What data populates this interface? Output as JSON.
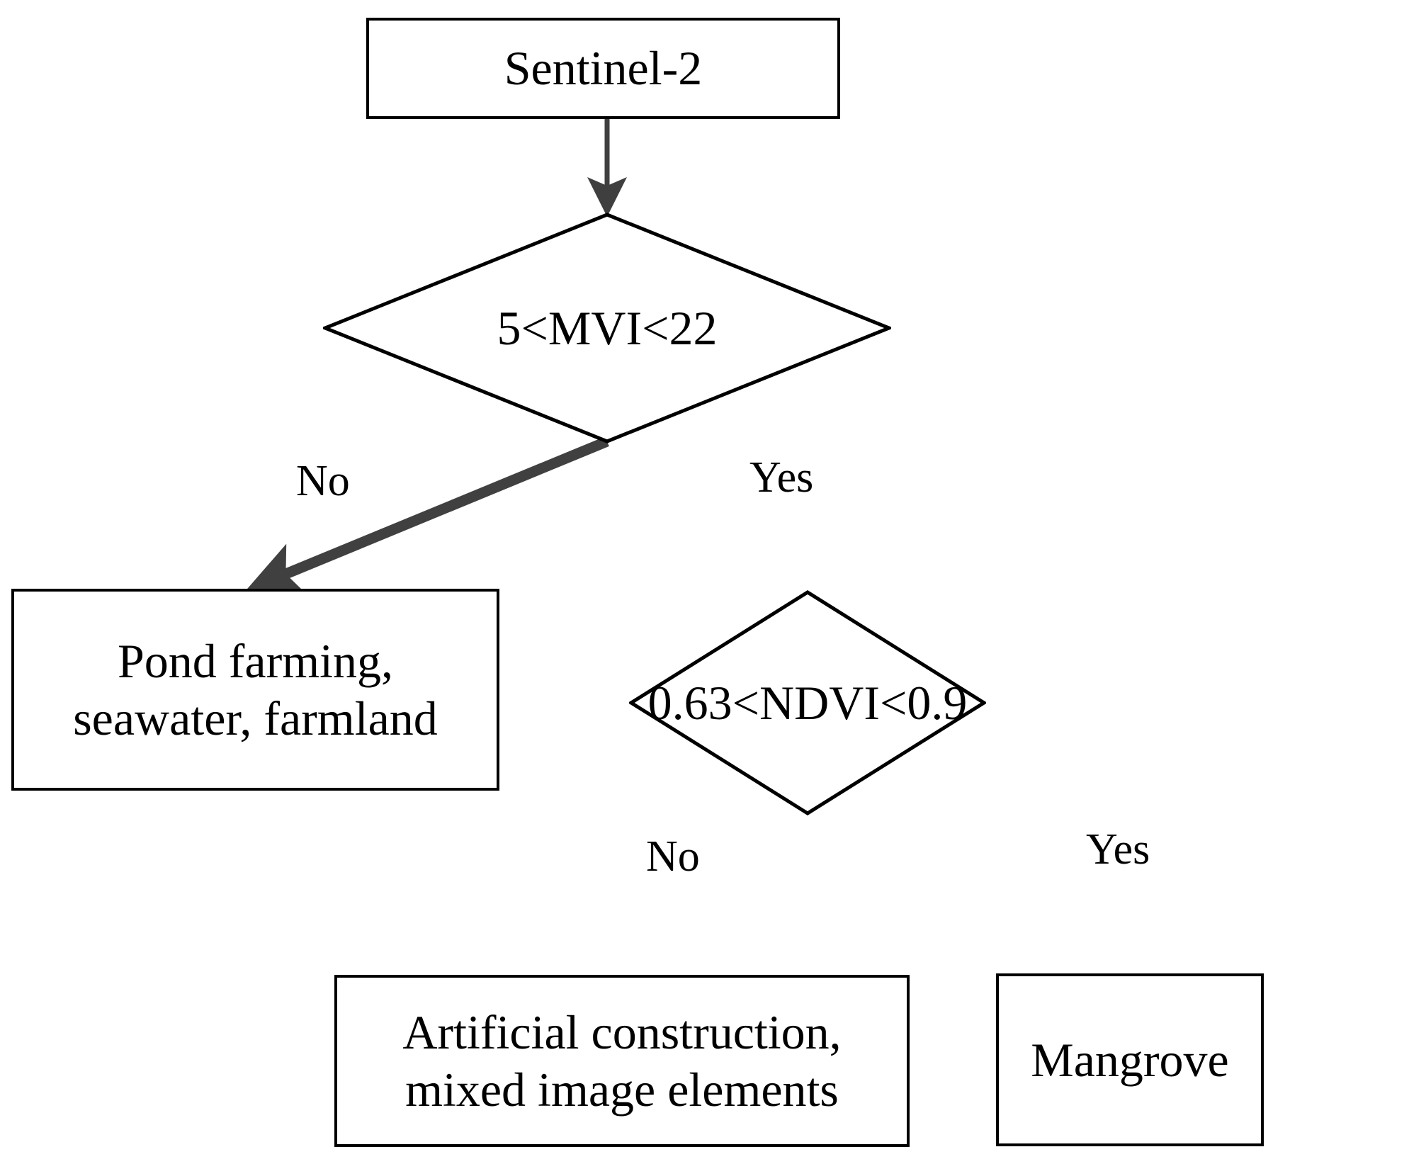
{
  "diagram": {
    "type": "decision-tree-flowchart",
    "title": "Mangrove extraction decision tree",
    "colors": {
      "background": "#ffffff",
      "node_border": "#000000",
      "node_fill": "#ffffff",
      "text": "#000000",
      "thin_connector": "#3f3f3f",
      "thick_connector": "#404040"
    },
    "nodes": [
      {
        "id": "source",
        "shape": "rectangle",
        "label": "Sentinel-2"
      },
      {
        "id": "mvi",
        "shape": "diamond",
        "label": "5<MVI<22"
      },
      {
        "id": "pond",
        "shape": "rectangle",
        "label": "Pond farming,\nseawater, farmland"
      },
      {
        "id": "ndvi",
        "shape": "diamond",
        "label": "0.63<NDVI<0.9"
      },
      {
        "id": "artificial",
        "shape": "rectangle",
        "label": "Artificial construction,\nmixed image elements"
      },
      {
        "id": "mangrove",
        "shape": "rectangle",
        "label": "Mangrove"
      }
    ],
    "edges": [
      {
        "id": "source-to-mvi",
        "from": "source",
        "to": "mvi",
        "label": "",
        "style": "thin-arrow"
      },
      {
        "id": "mvi-no-pond",
        "from": "mvi",
        "to": "pond",
        "label": "No",
        "style": "thick-arrow"
      },
      {
        "id": "mvi-yes-ndvi",
        "from": "mvi",
        "to": "ndvi",
        "label": "Yes",
        "style": "thick-arrow"
      },
      {
        "id": "ndvi-no-artificial",
        "from": "ndvi",
        "to": "artificial",
        "label": "No",
        "style": "thick-arrow"
      },
      {
        "id": "ndvi-yes-mangrove",
        "from": "ndvi",
        "to": "mangrove",
        "label": "Yes",
        "style": "thick-arrow"
      }
    ]
  }
}
